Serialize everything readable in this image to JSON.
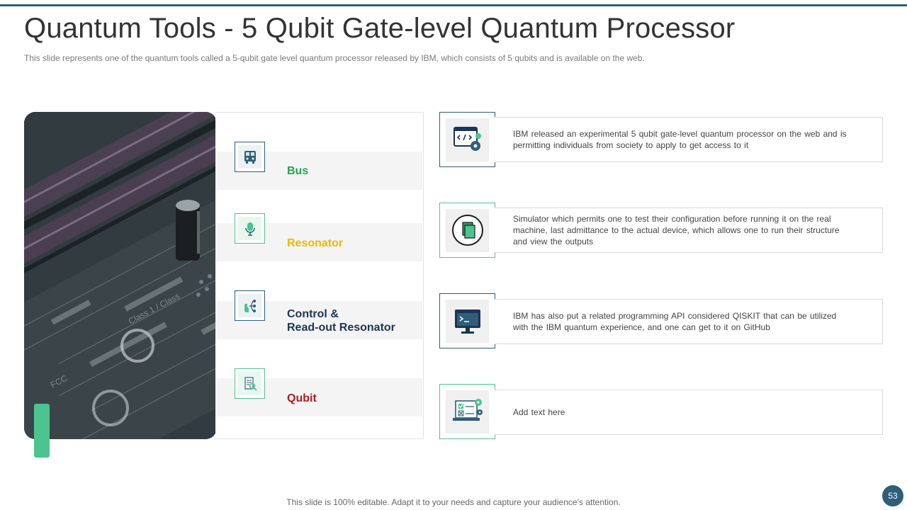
{
  "slide": {
    "title": "Quantum Tools - 5 Qubit Gate-level Quantum Processor",
    "subtitle": "This slide represents one of the quantum tools called a 5-qubit gate level quantum processor released by IBM, which consists of 5 qubits and is available on the web.",
    "footer": "This slide is 100% editable. Adapt it to your needs and capture your audience’s attention.",
    "page_number": "53"
  },
  "colors": {
    "accent_blue": "#2e5e7a",
    "accent_green": "#4dc38f",
    "bus_label": "#1ea64f",
    "resonator_label": "#f2b705",
    "control_label": "#1c3557",
    "qubit_label": "#b01c1c"
  },
  "components": [
    {
      "label": "Bus",
      "icon": "bus-icon"
    },
    {
      "label": "Resonator",
      "icon": "microphone-icon"
    },
    {
      "label": "Control &",
      "label2": "Read-out Resonator",
      "icon": "touch-network-icon"
    },
    {
      "label": "Qubit",
      "icon": "document-search-icon"
    }
  ],
  "descriptions": [
    {
      "text": "IBM released an experimental 5 qubit gate-level quantum processor on the web and is permitting individuals from society to apply to get access to it",
      "icon": "code-gear-icon"
    },
    {
      "text": "Simulator which permits one to test their configuration before running it on the real machine, last admittance to the actual device, which allows one to run their structure and view the outputs",
      "icon": "documents-circle-icon"
    },
    {
      "text": "IBM has also put a related programming API considered QISKIT that can be utilized with the IBM quantum experience, and one can get to it on GitHub",
      "icon": "terminal-monitor-icon"
    },
    {
      "text": "Add text here",
      "icon": "laptop-checklist-icon"
    }
  ]
}
